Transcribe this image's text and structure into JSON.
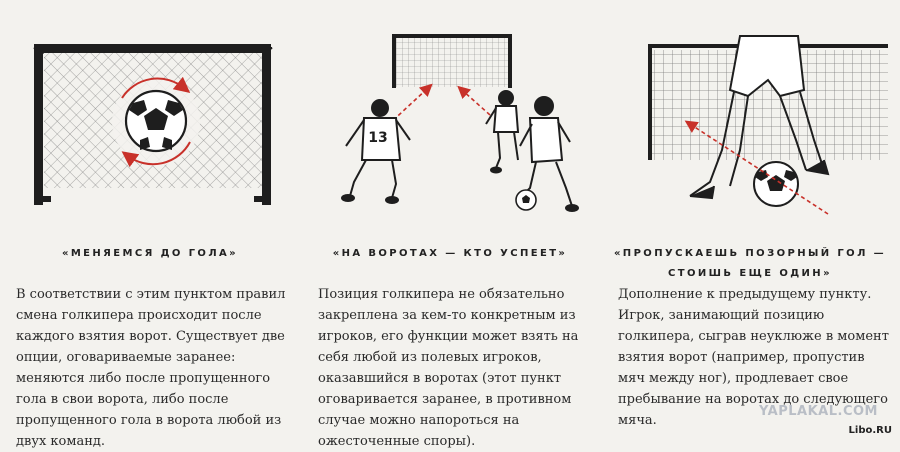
{
  "columns": [
    {
      "heading": "«МЕНЯЕМСЯ ДО ГОЛА»",
      "text": "В соответствии с этим пунктом правил смена голкипера происходит после каждого взятия ворот. Существует две опции, оговариваемые заранее: меняются либо после пропущенного гола в свои ворота, либо после пропущенного гола в ворота любой из двух команд."
    },
    {
      "heading": "«НА ВОРОТАХ — КТО УСПЕЕТ»",
      "text": "Позиция голкипера не обязательно закреплена за кем-то конкретным из игроков, его функции может взять на себя любой из полевых игроков, оказавшийся в воротах (этот пункт оговаривается заранее, в противном случае можно напороться на ожесточенные споры)."
    },
    {
      "heading": "«ПРОПУСКАЕШЬ ПОЗОРНЫЙ ГОЛ — СТОИШЬ ЕЩЕ ОДИН»",
      "text": "Дополнение к предыдущему пункту. Игрок, занимающий позицию голкипера, сыграв неуклюже в момент взятия ворот (например, пропустив мяч между ног), продлевает свое пребывание на воротах до следующего мяча."
    }
  ],
  "player_number": "13",
  "watermark": {
    "site": "YAPLAKAL.COM",
    "source": "Libo.RU"
  },
  "colors": {
    "accent": "#c8312a",
    "ink": "#1e1e1e",
    "background": "#f3f2ee"
  }
}
